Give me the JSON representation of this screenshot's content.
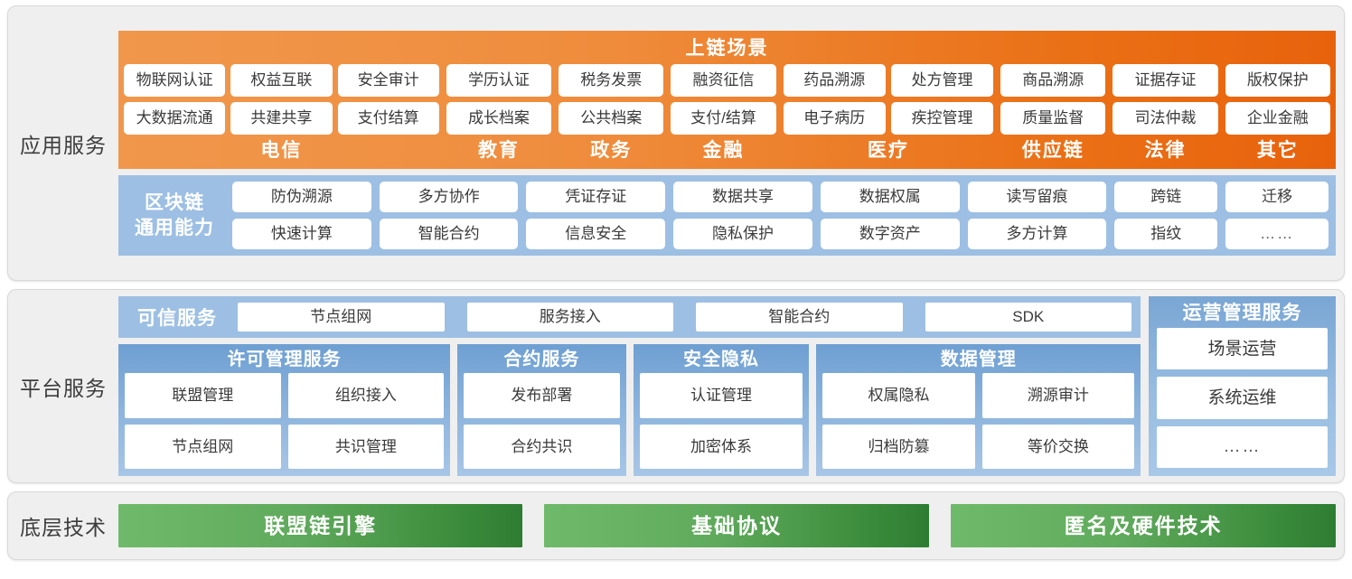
{
  "layers": {
    "application": {
      "label": "应用服务",
      "scene": {
        "title": "上链场景",
        "columns": [
          {
            "category": "电信",
            "row1": [
              "物联网认证",
              "权益互联",
              "安全审计"
            ],
            "row2": [
              "大数据流通",
              "共建共享",
              "支付结算"
            ]
          },
          {
            "category": "教育",
            "row1": [
              "学历认证"
            ],
            "row2": [
              "成长档案"
            ]
          },
          {
            "category": "政务",
            "row1": [
              "税务发票"
            ],
            "row2": [
              "公共档案"
            ]
          },
          {
            "category": "金融",
            "row1": [
              "融资征信"
            ],
            "row2": [
              "支付/结算"
            ]
          },
          {
            "category": "医疗",
            "row1": [
              "药品溯源",
              "处方管理"
            ],
            "row2": [
              "电子病历",
              "疾控管理"
            ]
          },
          {
            "category": "供应链",
            "row1": [
              "商品溯源"
            ],
            "row2": [
              "质量监督"
            ]
          },
          {
            "category": "法律",
            "row1": [
              "证据存证"
            ],
            "row2": [
              "司法仲裁"
            ]
          },
          {
            "category": "其它",
            "row1": [
              "版权保护"
            ],
            "row2": [
              "企业金融"
            ]
          }
        ]
      },
      "blockchain": {
        "title_line1": "区块链",
        "title_line2": "通用能力",
        "row1": [
          "防伪溯源",
          "多方协作",
          "凭证存证",
          "数据共享",
          "数据权属",
          "读写留痕",
          "跨链",
          "迁移"
        ],
        "row2": [
          "快速计算",
          "智能合约",
          "信息安全",
          "隐私保护",
          "数字资产",
          "多方计算",
          "指纹",
          "……"
        ]
      }
    },
    "platform": {
      "label": "平台服务",
      "trusted": {
        "title": "可信服务",
        "items": [
          "节点组网",
          "服务接入",
          "智能合约",
          "SDK"
        ]
      },
      "groups": [
        {
          "title": "许可管理服务",
          "row1": [
            "联盟管理",
            "组织接入"
          ],
          "row2": [
            "节点组网",
            "共识管理"
          ]
        },
        {
          "title": "合约服务",
          "row1": [
            "发布部署"
          ],
          "row2": [
            "合约共识"
          ]
        },
        {
          "title": "安全隐私",
          "row1": [
            "认证管理"
          ],
          "row2": [
            "加密体系"
          ]
        },
        {
          "title": "数据管理",
          "row1": [
            "权属隐私",
            "溯源审计"
          ],
          "row2": [
            "归档防篡",
            "等价交换"
          ]
        }
      ],
      "operations": {
        "title": "运营管理服务",
        "items": [
          "场景运营",
          "系统运维",
          "……"
        ]
      }
    },
    "technology": {
      "label": "底层技术",
      "bars": [
        "联盟链引擎",
        "基础协议",
        "匿名及硬件技术"
      ]
    }
  },
  "colors": {
    "orange_light": "#f0974c",
    "orange_dark": "#e8620c",
    "blue_light": "#9dbfe3",
    "blue_dark": "#6e9fd2",
    "green_light": "#6fba6a",
    "green_dark": "#2e7d32",
    "panel_bg": "#efefef"
  }
}
